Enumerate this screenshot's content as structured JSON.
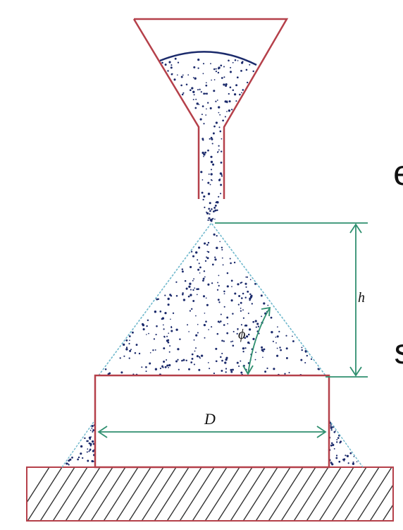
{
  "side_text": [
    "e",
    "s"
  ],
  "labels": {
    "height": "h",
    "angle": "ϕ",
    "diameter": "D"
  },
  "colors": {
    "outline": "#b5404a",
    "dimension": "#2f8f6f",
    "cone_edge": "#6fb8cc",
    "particles": "#1b2a6b",
    "hatch": "#333333",
    "text": "#111111"
  }
}
